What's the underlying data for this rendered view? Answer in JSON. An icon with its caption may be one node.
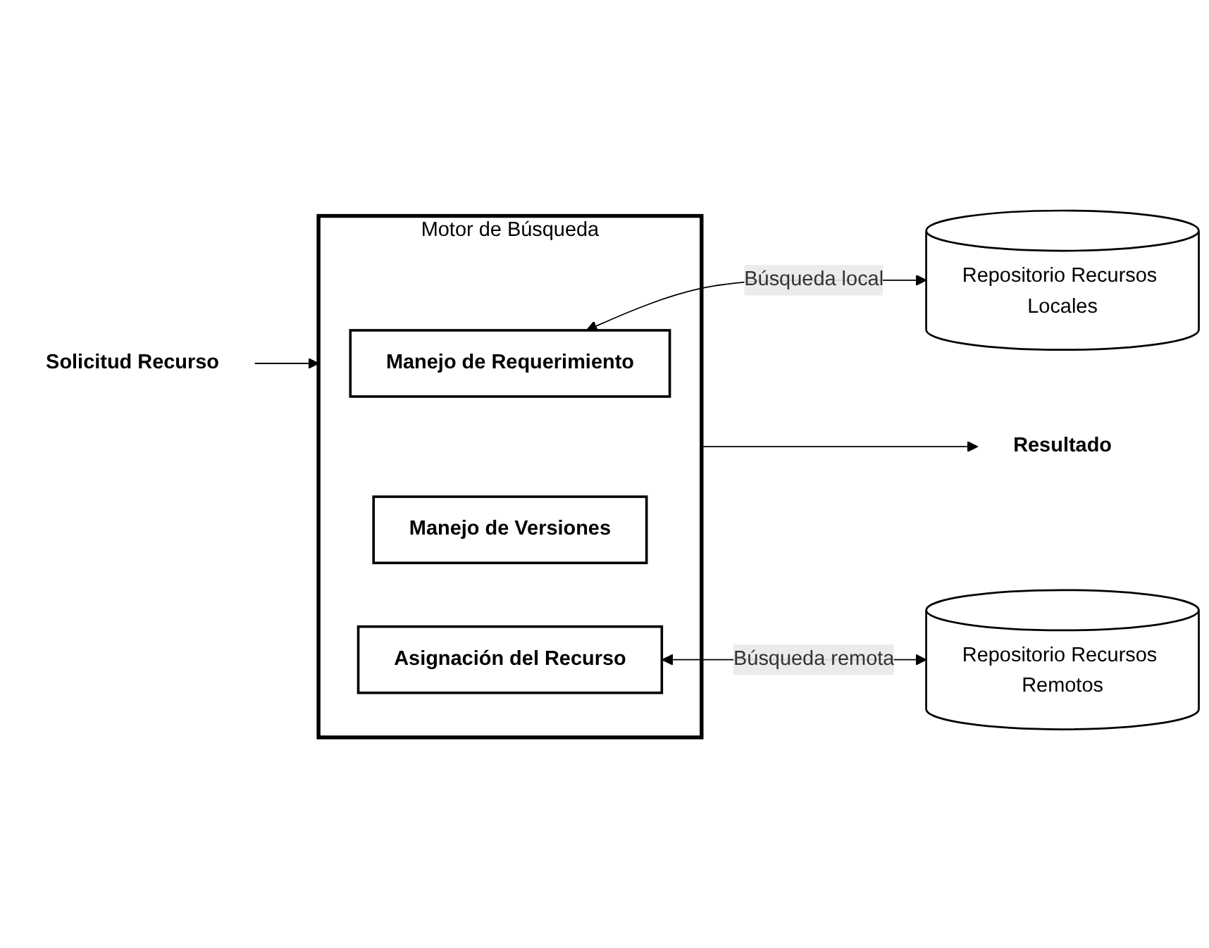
{
  "diagram": {
    "nodes": [
      {
        "text": [
          "Solicitud Recurso"
        ]
      },
      {
        "text": [
          "Motor de Búsqueda"
        ]
      },
      {
        "text": [
          "Manejo de Requerimiento"
        ],
        "in": 1
      },
      {
        "text": [
          "Manejo de Versiones"
        ],
        "in": 1
      },
      {
        "text": [
          "Asignación del Recurso"
        ],
        "in": 1
      },
      {
        "text": [
          "Repositorio Recursos Locales"
        ]
      },
      {
        "text": [
          "Repositorio Recursos Remotos"
        ]
      },
      {
        "text": [
          "Resultado"
        ]
      }
    ],
    "edges": [
      {
        "from": 0,
        "to": 1,
        "arrow": "to"
      },
      {
        "from": 2,
        "to": 5,
        "arrow": "both",
        "label": "Búsqueda local"
      },
      {
        "from": 4,
        "to": 6,
        "arrow": "both",
        "label": "Búsqueda remota"
      },
      {
        "from": 1,
        "to": 7,
        "arrow": "to"
      }
    ]
  }
}
